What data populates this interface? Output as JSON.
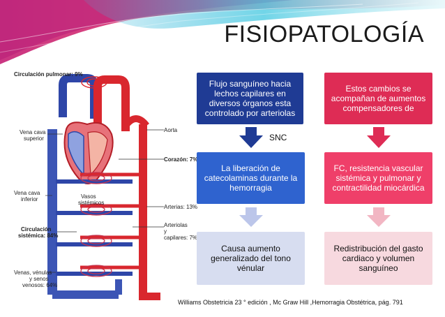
{
  "slide": {
    "title": "FISIOPATOLOGÍA",
    "citation": "Williams Obstetricia 23 ° edición , Mc Graw Hill ,Hemorragia Obstétrica,  pág. 791"
  },
  "diagram_labels": {
    "pulmonary": "Circulación pulmonar: 9%",
    "svc_1": "Vena cava",
    "svc_2": "superior",
    "aorta": "Aorta",
    "heart": "Corazón: 7%",
    "ivc_1": "Vena cava",
    "ivc_2": "inferior",
    "vessels_1": "Vasos",
    "vessels_2": "sistémicos",
    "arteries": "Arterias: 13%",
    "arterioles_1": "Arteriolas",
    "arterioles_2": "y",
    "arterioles_3": "capilares: 7%",
    "systemic_1": "Circulación",
    "systemic_2": "sistémica: 84%",
    "veins_1": "Venas, vénulas",
    "veins_2": "y senos",
    "veins_3": "venosos: 64%"
  },
  "flow": {
    "left": {
      "box1": "Flujo sanguíneo hacia lechos capilares en diversos órganos esta controlado por arteriolas",
      "box2": "La liberación de catecolaminas durante la hemorragia",
      "box3": "Causa aumento generalizado del tono vénular",
      "connector_label": "SNC"
    },
    "right": {
      "box1": "Estos cambios se acompañan de aumentos compensadores de",
      "box2": "FC, resistencia vascular sistémica y pulmonar y contractilidad miocárdica",
      "box3": "Redistribución del gasto cardiaco y volumen sanguíneo"
    }
  },
  "colors": {
    "dark_blue": "#1f3b94",
    "mid_blue": "#2f63cf",
    "light_blue": "#d7ddf0",
    "dark_red": "#de2c55",
    "mid_red": "#ef3f69",
    "light_red": "#f7d9df",
    "header_magenta": "#d1246f",
    "header_cyan": "#3cc3de"
  }
}
